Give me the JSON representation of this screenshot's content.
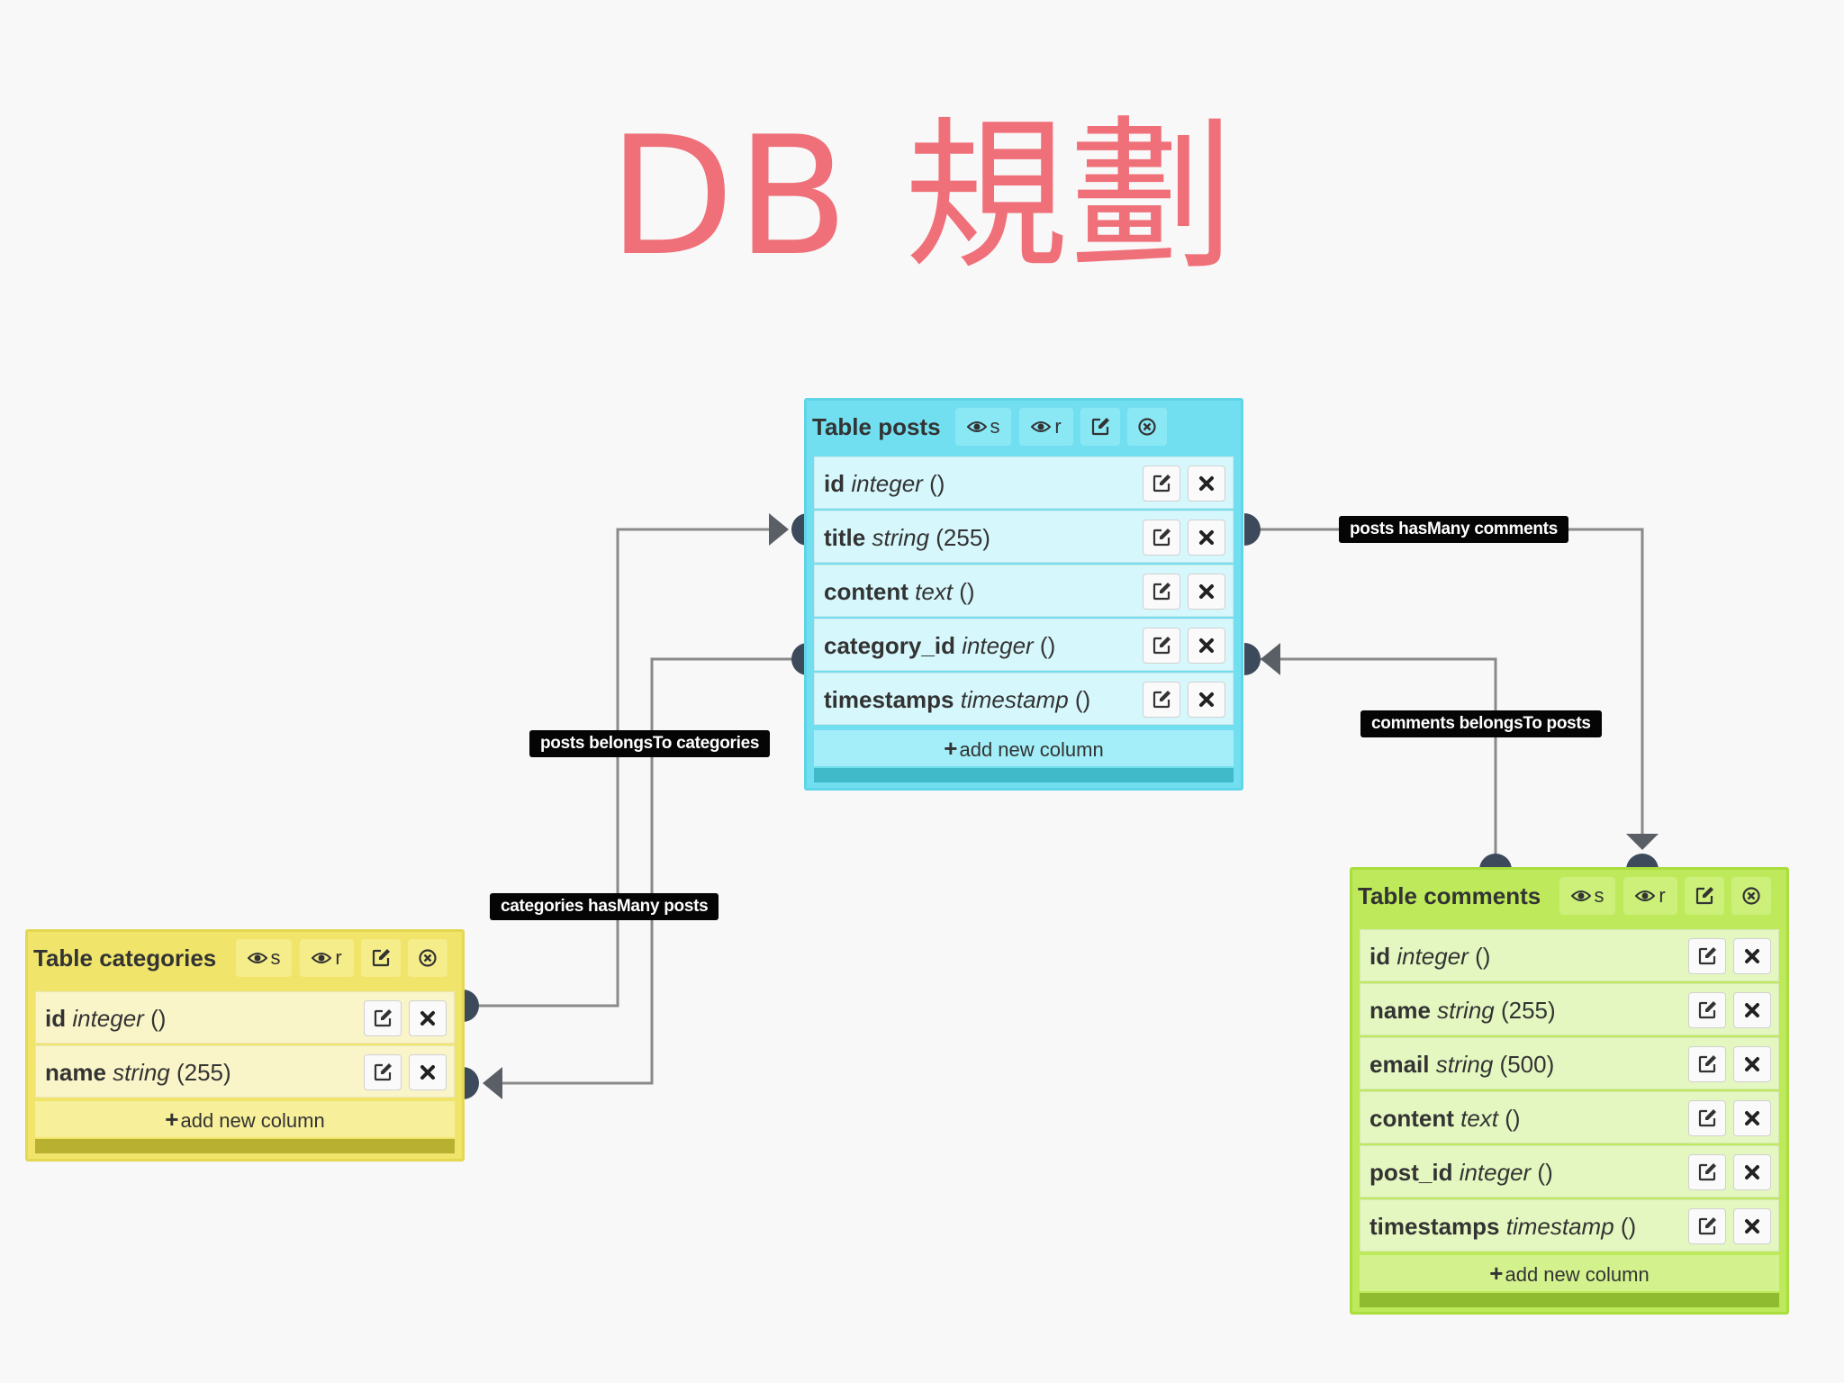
{
  "slide": {
    "title": "DB 規劃"
  },
  "labels": {
    "view_s": "s",
    "view_r": "r",
    "add_column": "add new column"
  },
  "tables": {
    "posts": {
      "title": "Table posts",
      "color": "#72dff0",
      "columns": [
        {
          "name": "id",
          "type": "integer",
          "args": " ()"
        },
        {
          "name": "title",
          "type": "string",
          "args": " (255)"
        },
        {
          "name": "content",
          "type": "text",
          "args": " ()"
        },
        {
          "name": "category_id",
          "type": "integer",
          "args": " ()"
        },
        {
          "name": "timestamps",
          "type": "timestamp",
          "args": " ()"
        }
      ]
    },
    "categories": {
      "title": "Table categories",
      "color": "#f0e56a",
      "columns": [
        {
          "name": "id",
          "type": "integer",
          "args": " ()"
        },
        {
          "name": "name",
          "type": "string",
          "args": " (255)"
        }
      ]
    },
    "comments": {
      "title": "Table comments",
      "color": "#bde95a",
      "columns": [
        {
          "name": "id",
          "type": "integer",
          "args": " ()"
        },
        {
          "name": "name",
          "type": "string",
          "args": " (255)"
        },
        {
          "name": "email",
          "type": "string",
          "args": " (500)"
        },
        {
          "name": "content",
          "type": "text",
          "args": " ()"
        },
        {
          "name": "post_id",
          "type": "integer",
          "args": " ()"
        },
        {
          "name": "timestamps",
          "type": "timestamp",
          "args": " ()"
        }
      ]
    }
  },
  "relations": [
    {
      "id": "posts-hasmany-comments",
      "label": "posts hasMany comments"
    },
    {
      "id": "comments-belongsto-posts",
      "label": "comments belongsTo posts"
    },
    {
      "id": "posts-belongsto-categories",
      "label": "posts belongsTo categories"
    },
    {
      "id": "categories-hasmany-posts",
      "label": "categories hasMany posts"
    }
  ],
  "icons": {
    "view": "eye-icon",
    "edit": "edit-icon",
    "remove_table": "close-circle-icon",
    "delete_column": "delete-x-icon",
    "add": "plus-icon"
  }
}
